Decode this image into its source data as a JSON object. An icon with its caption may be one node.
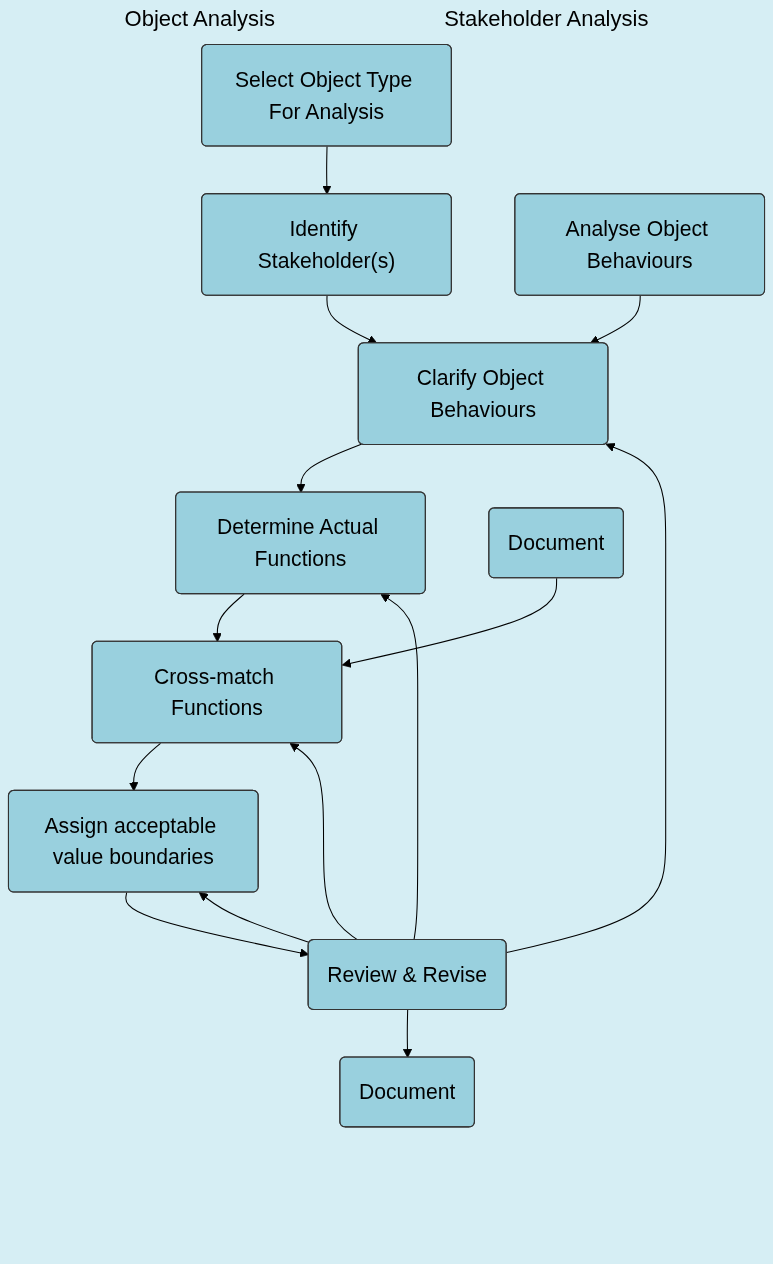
{
  "diagram": {
    "nodes": [
      {
        "text": [
          "Select Object Type For Analysis"
        ]
      },
      {
        "text": [
          "Identify Stakeholder(s)"
        ]
      },
      {
        "text": [
          "Analyse Object Behaviours"
        ]
      },
      {
        "text": [
          "Clarify Object Behaviours"
        ]
      },
      {
        "text": [
          "Determine Actual Functions"
        ]
      },
      {
        "text": [
          "Document"
        ]
      },
      {
        "text": [
          "Cross-match Functions"
        ]
      },
      {
        "text": [
          "Assign acceptable value boundaries"
        ]
      },
      {
        "text": [
          "Review & Revise"
        ]
      },
      {
        "text": [
          "Document"
        ]
      }
    ],
    "edges": [
      {
        "from": 0,
        "to": 1,
        "arrow": "to"
      },
      {
        "from": 1,
        "to": 3,
        "arrow": "to"
      },
      {
        "from": 2,
        "to": 3,
        "arrow": "to"
      },
      {
        "from": 3,
        "to": 4,
        "arrow": "to"
      },
      {
        "from": 4,
        "to": 6,
        "arrow": "to"
      },
      {
        "from": 5,
        "to": 6,
        "arrow": "to"
      },
      {
        "from": 6,
        "to": 7,
        "arrow": "to"
      },
      {
        "from": 7,
        "to": 8,
        "arrow": "to"
      },
      {
        "from": 8,
        "to": 9,
        "arrow": "to"
      },
      {
        "from": 8,
        "to": 3,
        "arrow": "to"
      },
      {
        "from": 8,
        "to": 4,
        "arrow": "to"
      },
      {
        "from": 8,
        "to": 6,
        "arrow": "to"
      },
      {
        "from": 8,
        "to": 7,
        "arrow": "to"
      }
    ],
    "labels": [
      "Object Analysis",
      "Stakeholder Analysis"
    ]
  }
}
